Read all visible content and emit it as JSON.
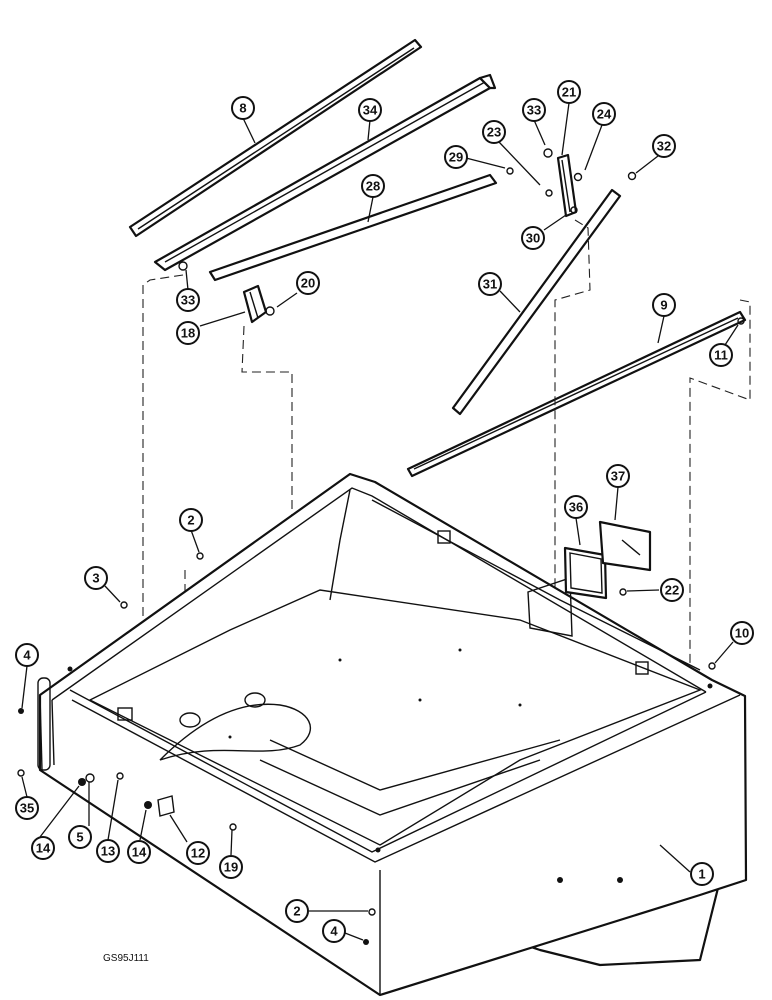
{
  "drawing_code": "GS95J111",
  "callouts": [
    "8",
    "34",
    "33",
    "21",
    "24",
    "23",
    "29",
    "32",
    "28",
    "30",
    "33",
    "18",
    "20",
    "31",
    "9",
    "11",
    "2",
    "3",
    "36",
    "37",
    "22",
    "10",
    "4",
    "35",
    "14",
    "5",
    "13",
    "14",
    "12",
    "19",
    "1",
    "2",
    "4"
  ]
}
